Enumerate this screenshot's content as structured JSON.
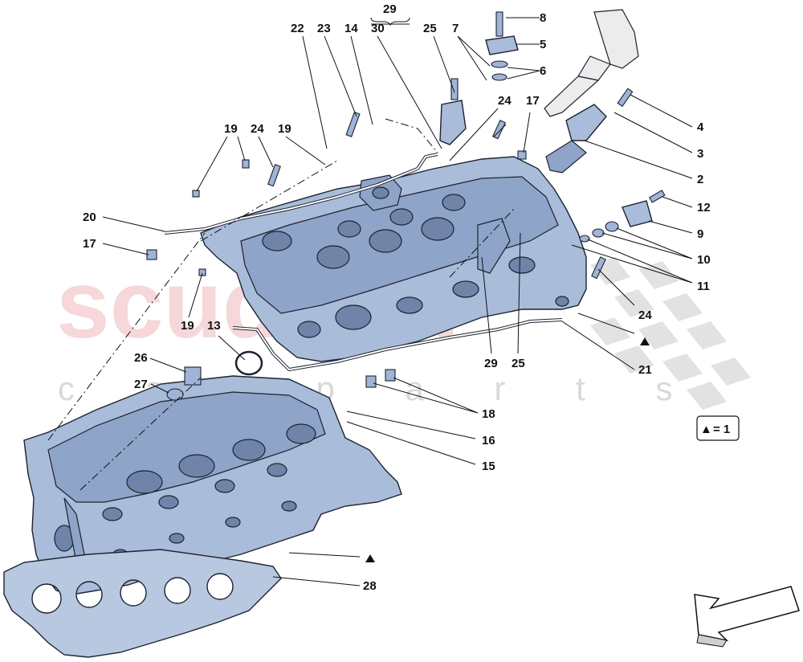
{
  "watermark": {
    "main": "scuderia",
    "sub": "c a r p a r t s"
  },
  "legend": {
    "symbol": "▲",
    "text": "= 1"
  },
  "callouts": [
    "22",
    "23",
    "14",
    "29",
    "30",
    "25",
    "7",
    "8",
    "5",
    "6",
    "4",
    "3",
    "2",
    "12",
    "9",
    "10",
    "11",
    "24",
    "17",
    "19",
    "24",
    "19",
    "20",
    "17",
    "19",
    "13",
    "26",
    "27",
    "29",
    "25",
    "24",
    "21",
    "18",
    "16",
    "15",
    "28"
  ],
  "direction_arrow": "view-direction-arrow",
  "colors": {
    "part": "#a9bcd9",
    "outline": "#1c2230",
    "watermark": "#f0b9bd"
  }
}
